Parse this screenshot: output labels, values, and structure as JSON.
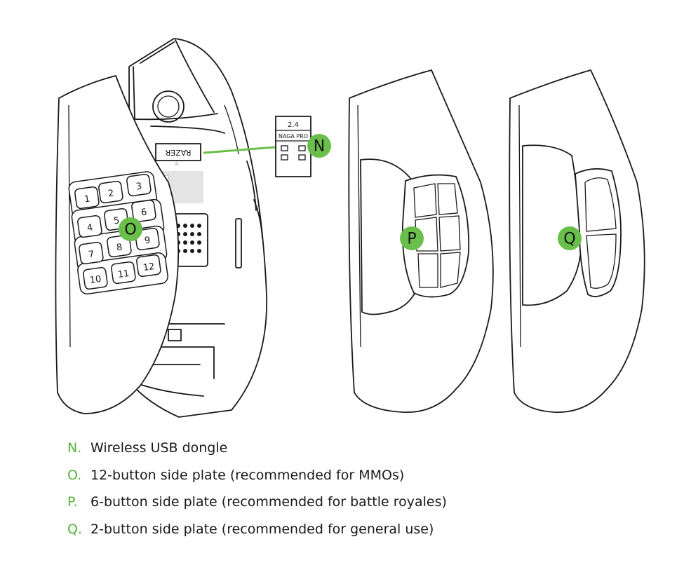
{
  "callouts": {
    "n": "N",
    "o": "O",
    "p": "P",
    "q": "Q"
  },
  "dongle": {
    "freq": "2.4",
    "model": "NAGA PRO"
  },
  "mouse_logo": "RAZER",
  "keys_12": [
    "1",
    "2",
    "3",
    "4",
    "5",
    "6",
    "7",
    "8",
    "9",
    "10",
    "11",
    "12"
  ],
  "legend": [
    {
      "letter": "N.",
      "text": "Wireless USB dongle"
    },
    {
      "letter": "O.",
      "text": "12-button side plate (recommended for MMOs)"
    },
    {
      "letter": "P.",
      "text": "6-button side plate (recommended for battle royales)"
    },
    {
      "letter": "Q.",
      "text": "2-button side plate (recommended for general use)"
    }
  ],
  "colors": {
    "accent": "#6abf4b",
    "legend_letter": "#55b43a",
    "line": "#1a1a1a"
  }
}
